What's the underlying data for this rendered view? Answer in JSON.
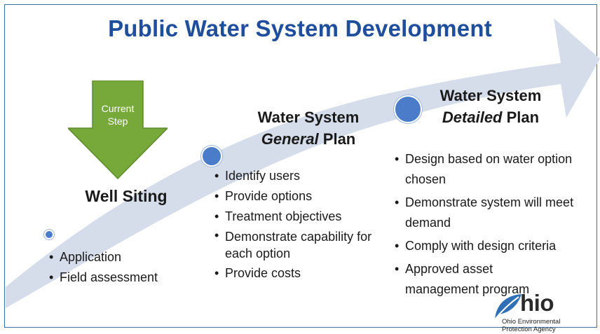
{
  "title": "Public Water System Development",
  "current_step": {
    "line1": "Current",
    "line2": "Step"
  },
  "stages": {
    "well": {
      "title": "Well Siting",
      "items": [
        "Application",
        "Field assessment"
      ]
    },
    "general": {
      "title_line1": "Water System",
      "title_em": "General",
      "title_rest": " Plan",
      "items": [
        "Identify users",
        "Provide options",
        "Treatment objectives",
        "Demonstrate capability for each option",
        "Provide costs"
      ]
    },
    "detailed": {
      "title_line1": "Water System",
      "title_em": "Detailed",
      "title_rest": " Plan",
      "items": [
        "Design based on water option chosen",
        "Demonstrate system will meet demand",
        "Comply with design criteria",
        "Approved asset management program"
      ]
    }
  },
  "logo": {
    "name": "Ohio",
    "line1": "Ohio Environmental",
    "line2": "Protection Agency"
  },
  "colors": {
    "title": "#1f4e9c",
    "arrow": "#d5dcea",
    "step_arrow": "#77a83a",
    "dot": "#4a7cc9",
    "logo_leaf": "#2f6fb5"
  }
}
